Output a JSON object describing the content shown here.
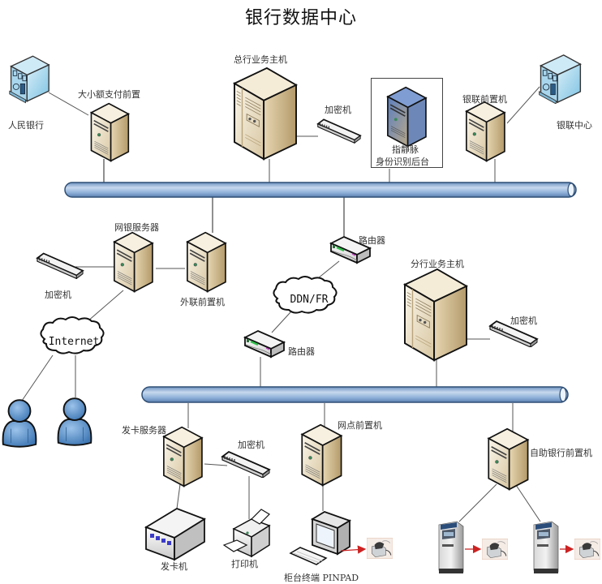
{
  "title": "银行数据中心",
  "colors": {
    "pipe": "#8fb0d6",
    "pipe_dark": "#3d6491",
    "server_body": "#e8dcc2",
    "server_side": "#c8b48c",
    "building": "#a9d6ec",
    "person": "#5d93c9",
    "arrow": "#cc2222",
    "line": "#555555"
  },
  "nodes": {
    "pboc": {
      "label": "人民银行",
      "icon": "bank-building-icon"
    },
    "payment_front": {
      "label": "大小额支付前置",
      "icon": "server-icon"
    },
    "hq_host": {
      "label": "总行业务主机",
      "icon": "mainframe-icon"
    },
    "hq_encryptor": {
      "label": "加密机",
      "icon": "encryptor-icon"
    },
    "finger_vein": {
      "label_line1": "指静脉",
      "label_line2": "身份识别后台",
      "icon": "server-icon"
    },
    "unionpay_front": {
      "label": "银联前置机",
      "icon": "server-icon"
    },
    "unionpay_center": {
      "label": "银联中心",
      "icon": "bank-building-icon"
    },
    "ebank_server": {
      "label": "网银服务器",
      "icon": "server-icon"
    },
    "ebank_encryptor": {
      "label": "加密机",
      "icon": "encryptor-icon"
    },
    "external_front": {
      "label": "外联前置机",
      "icon": "server-icon"
    },
    "internet": {
      "label": "Internet",
      "icon": "cloud-icon"
    },
    "router_top": {
      "label": "路由器",
      "icon": "router-icon"
    },
    "ddn": {
      "label": "DDN/FR",
      "icon": "cloud-icon"
    },
    "router_bottom": {
      "label": "路由器",
      "icon": "router-icon"
    },
    "branch_host": {
      "label": "分行业务主机",
      "icon": "mainframe-icon"
    },
    "branch_encryptor": {
      "label": "加密机",
      "icon": "encryptor-icon"
    },
    "card_server": {
      "label": "发卡服务器",
      "icon": "server-icon"
    },
    "card_encryptor": {
      "label": "加密机",
      "icon": "encryptor-icon"
    },
    "card_machine": {
      "label": "发卡机",
      "icon": "card-issuer-icon"
    },
    "printer": {
      "label": "打印机",
      "icon": "printer-icon"
    },
    "outlet_front": {
      "label": "网点前置机",
      "icon": "server-icon"
    },
    "teller_terminal": {
      "label": "柜台终端 PINPAD",
      "icon": "workstation-icon"
    },
    "selfservice_front": {
      "label": "自助银行前置机",
      "icon": "server-icon"
    }
  }
}
